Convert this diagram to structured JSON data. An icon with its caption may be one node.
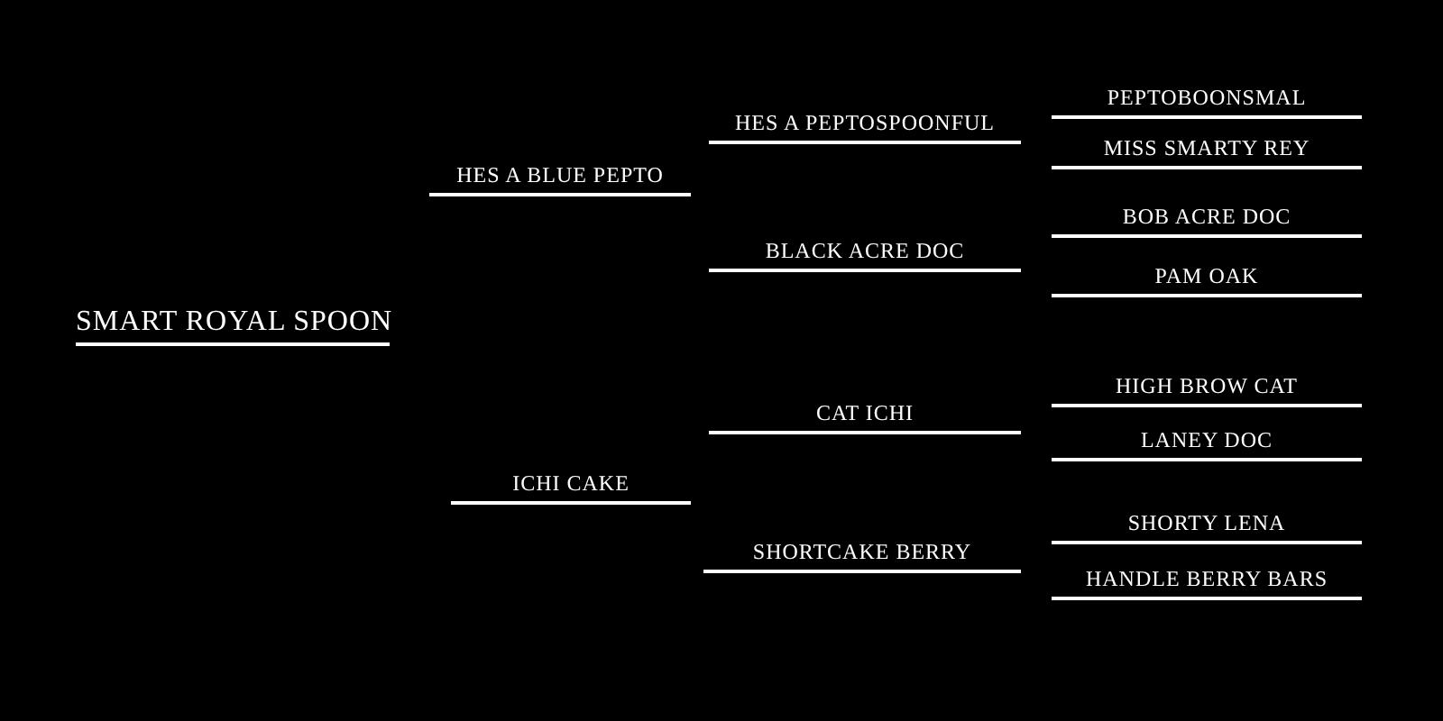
{
  "diagram": {
    "labels": [
      "SMART ROYAL SPOON",
      "HES A BLUE PEPTO",
      "ICHI CAKE",
      "HES A PEPTOSPOONFUL",
      "BLACK ACRE DOC",
      "CAT ICHI",
      "SHORTCAKE BERRY",
      "PEPTOBOONSMAL",
      "MISS SMARTY REY",
      "BOB ACRE DOC",
      "PAM OAK",
      "HIGH BROW CAT",
      "LANEY DOC",
      "SHORTY LENA",
      "HANDLE BERRY BARS"
    ]
  }
}
